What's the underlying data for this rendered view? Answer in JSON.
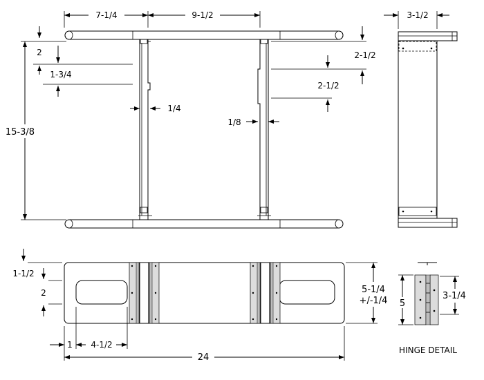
{
  "front_view": {
    "dim_top_left": "7-1/4",
    "dim_top_right": "9-1/2",
    "dim_height": "15-3/8",
    "dim_notch_a": "2",
    "dim_notch_b": "1-3/4",
    "dim_right_a": "2-1/2",
    "dim_right_b": "2-1/2",
    "dim_left_thickness": "1/4",
    "dim_right_thickness": "1/8"
  },
  "side_view": {
    "dim_width": "3-1/2"
  },
  "plan_view": {
    "dim_edge": "1-1/2",
    "dim_slot": "2",
    "dim_depth_line1": "5-1/4",
    "dim_depth_line2": "+/-1/4",
    "dim_offset": "1",
    "dim_slot_length": "4-1/2",
    "dim_length": "24"
  },
  "hinge_detail": {
    "title": "HINGE DETAIL",
    "dim_overall": "5",
    "dim_leaf": "3-1/4"
  }
}
